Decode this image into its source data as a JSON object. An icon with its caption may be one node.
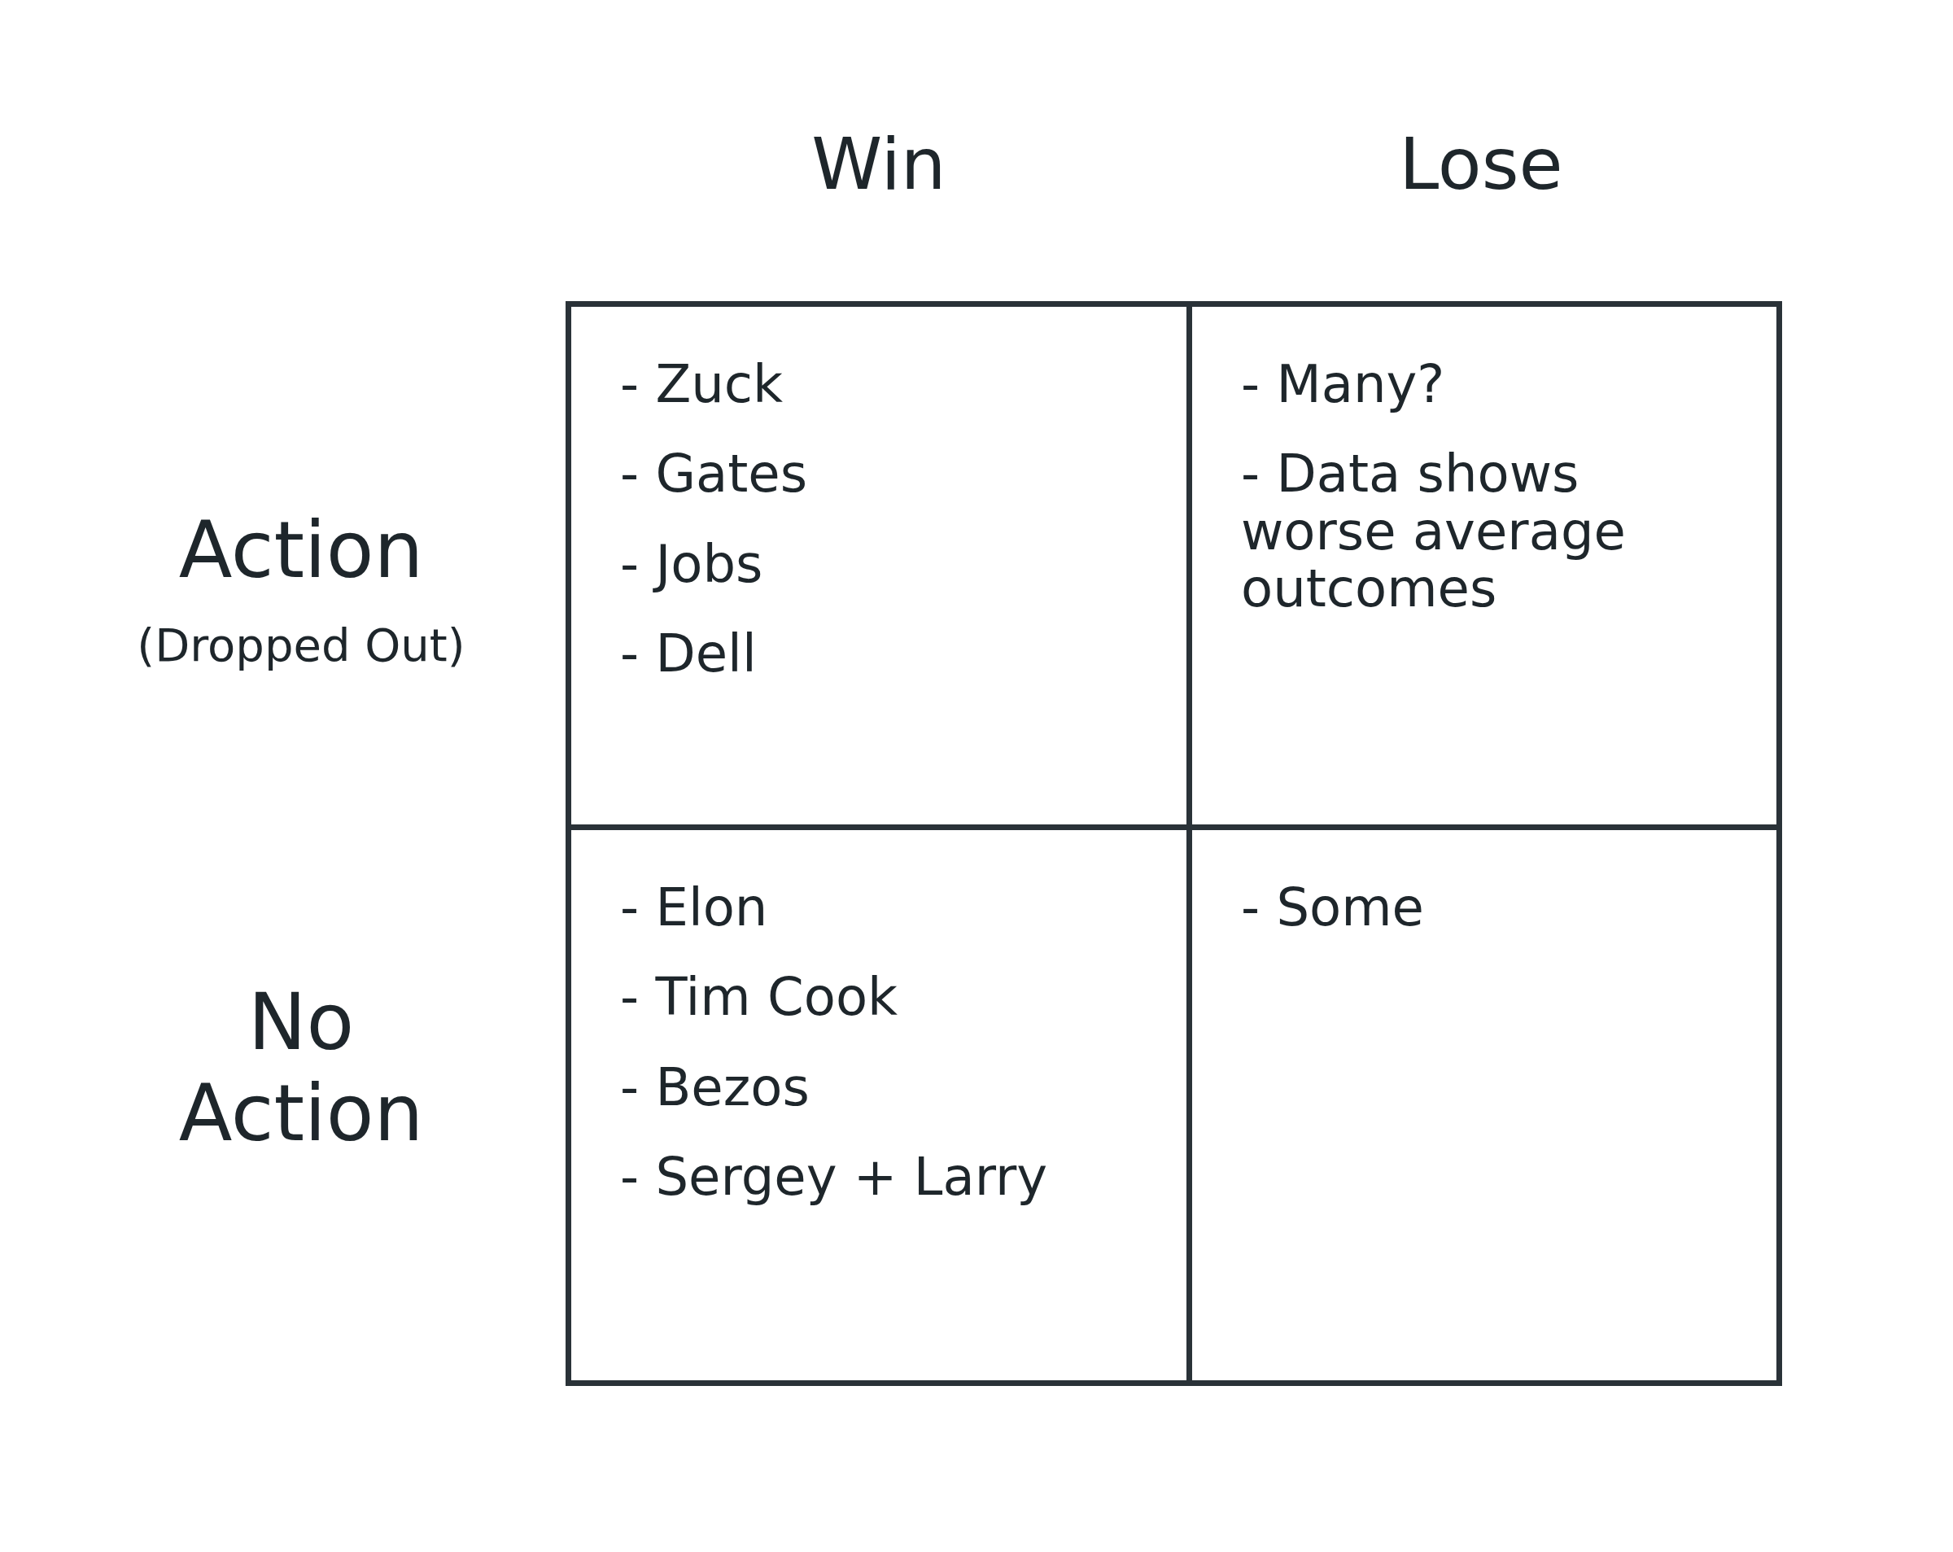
{
  "diagram": {
    "nodes": [
      {
        "text": [
          "- Zuck",
          "- Gates",
          "- Jobs",
          "- Dell"
        ]
      },
      {
        "text": [
          "- Many?",
          "- Data shows worse average outcomes"
        ]
      },
      {
        "text": [
          "- Elon",
          "- Tim Cook",
          "- Bezos",
          "- Sergey + Larry"
        ]
      },
      {
        "text": [
          "- Some"
        ]
      }
    ],
    "labels": [
      "Win",
      "Lose",
      "Action",
      "(Dropped Out)",
      "No Action"
    ]
  }
}
